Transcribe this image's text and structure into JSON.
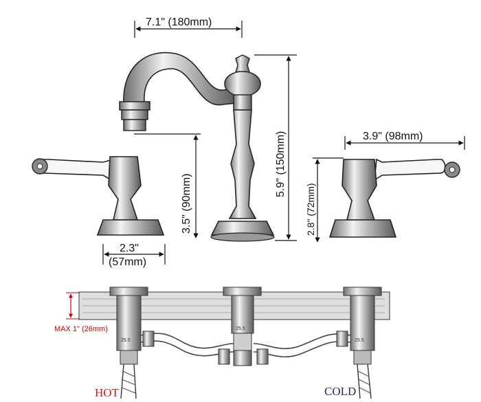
{
  "dimensions": {
    "spout_reach": "7.1\" (180mm)",
    "spout_height": "3.5\" (90mm)",
    "total_height": "5.9\" (150mm)",
    "handle_length": "3.9\" (98mm)",
    "handle_height": "2.8\" (72mm)",
    "base_width_in": "2.3\"",
    "base_width_mm": "(57mm)",
    "max_counter": "MAX 1\" (26mm)"
  },
  "labels": {
    "hot": "HOT",
    "cold": "COLD",
    "nut_size": "25.5"
  },
  "colors": {
    "hot": "#d01818",
    "cold": "#1f2a7a",
    "max_marker": "#d00000"
  }
}
